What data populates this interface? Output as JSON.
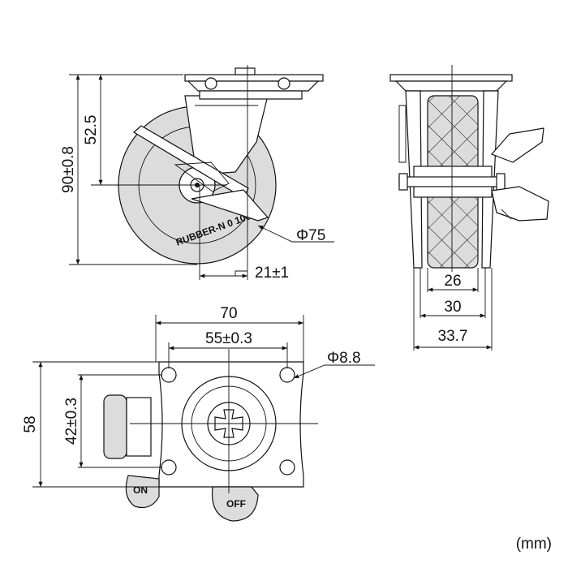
{
  "dimensions": {
    "height_total": "90±0.8",
    "axle_height": "52.5",
    "wheel_diameter": "Φ75",
    "offset": "21±1",
    "tread_width": "26",
    "wheel_width": "30",
    "overall_width": "33.7",
    "plate_width": "70",
    "hole_spacing_x": "55±0.3",
    "hole_diameter": "Φ8.8",
    "plate_depth": "58",
    "hole_spacing_y": "42±0.3"
  },
  "brake_labels": {
    "on": "ON",
    "off": "OFF"
  },
  "wheel_marking": "RUBBER-N 0 100",
  "unit": "(mm)"
}
